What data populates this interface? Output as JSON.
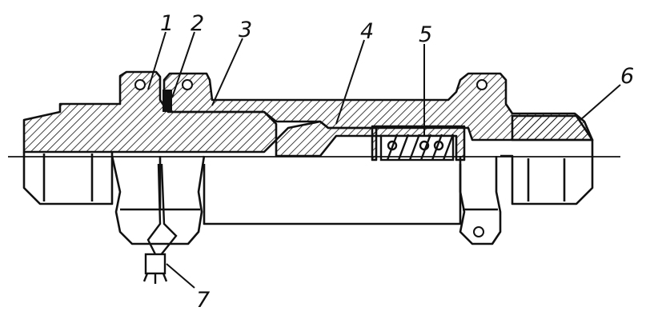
{
  "diagram": {
    "callouts": [
      {
        "id": "callout-1",
        "label": "1"
      },
      {
        "id": "callout-2",
        "label": "2"
      },
      {
        "id": "callout-3",
        "label": "3"
      },
      {
        "id": "callout-4",
        "label": "4"
      },
      {
        "id": "callout-5",
        "label": "5"
      },
      {
        "id": "callout-6",
        "label": "6"
      },
      {
        "id": "callout-7",
        "label": "7"
      }
    ],
    "colors": {
      "ink": "#111111",
      "paper": "#ffffff"
    }
  }
}
